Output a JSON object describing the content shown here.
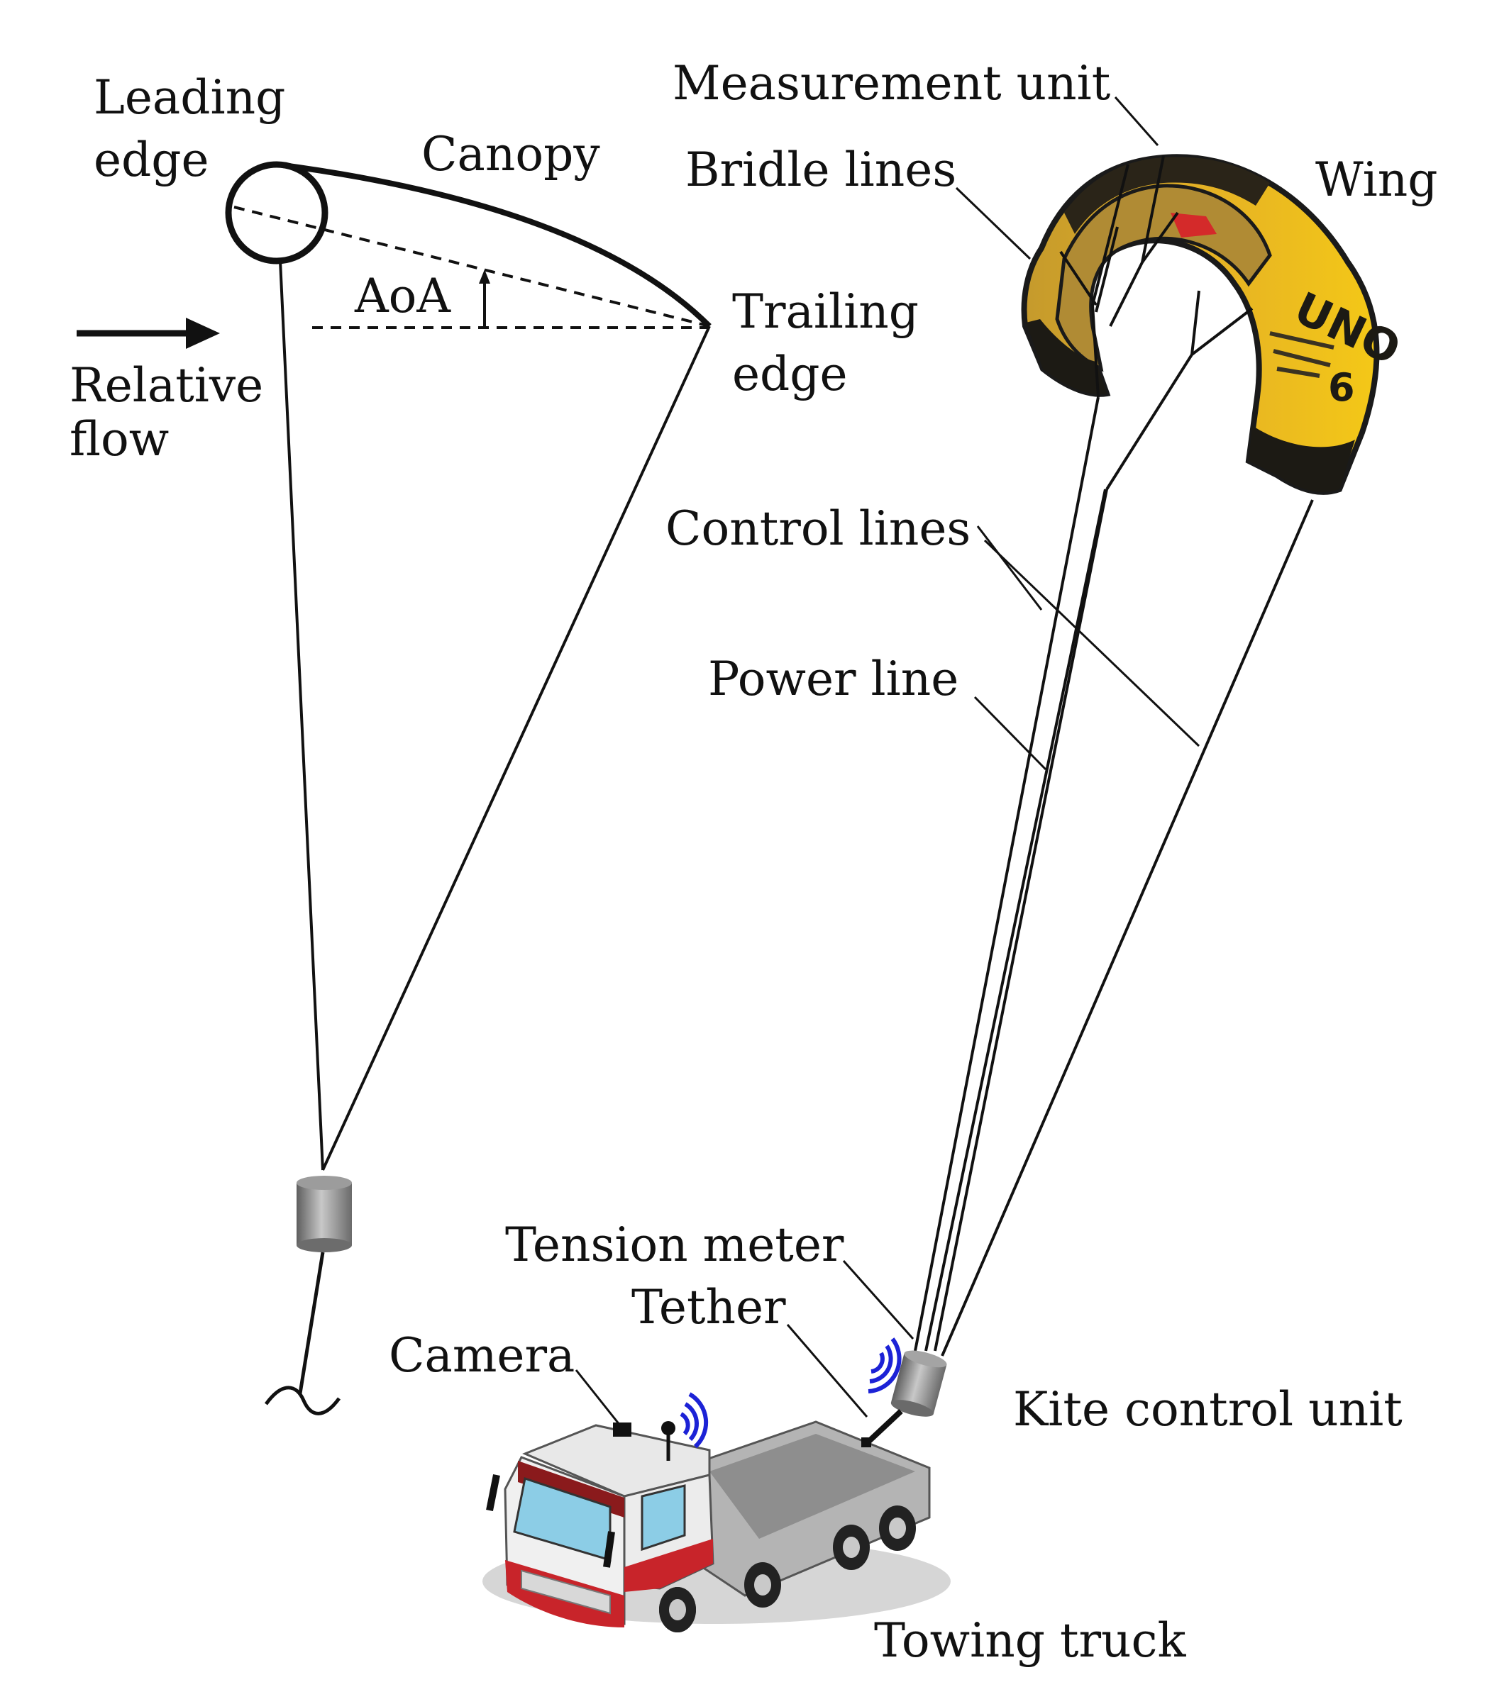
{
  "labels": {
    "leading_edge_line1": "Leading",
    "leading_edge_line2": "edge",
    "canopy": "Canopy",
    "aoa": "AoA",
    "trailing_edge_line1": "Trailing",
    "trailing_edge_line2": "edge",
    "relative_flow_line1": "Relative",
    "relative_flow_line2": "flow",
    "measurement_unit": "Measurement unit",
    "bridle_lines": "Bridle lines",
    "wing": "Wing",
    "control_lines": "Control lines",
    "power_line": "Power line",
    "tension_meter": "Tension meter",
    "tether": "Tether",
    "camera": "Camera",
    "kite_control_unit": "Kite control unit",
    "towing_truck": "Towing truck"
  },
  "kite_brand": "UNO",
  "kite_size": "6",
  "colors": {
    "kite_yellow": "#f2c21a",
    "kite_dark": "#1c1a14",
    "kite_inner": "#b8922e",
    "kite_red": "#d42a2a",
    "signal_blue": "#1c22d6",
    "truck_red": "#c8242a",
    "truck_dark_red": "#8a1a1c",
    "truck_window": "#8ccde6",
    "truck_grey": "#b4b4b4",
    "cylinder_grey": "#8c8c8c"
  }
}
